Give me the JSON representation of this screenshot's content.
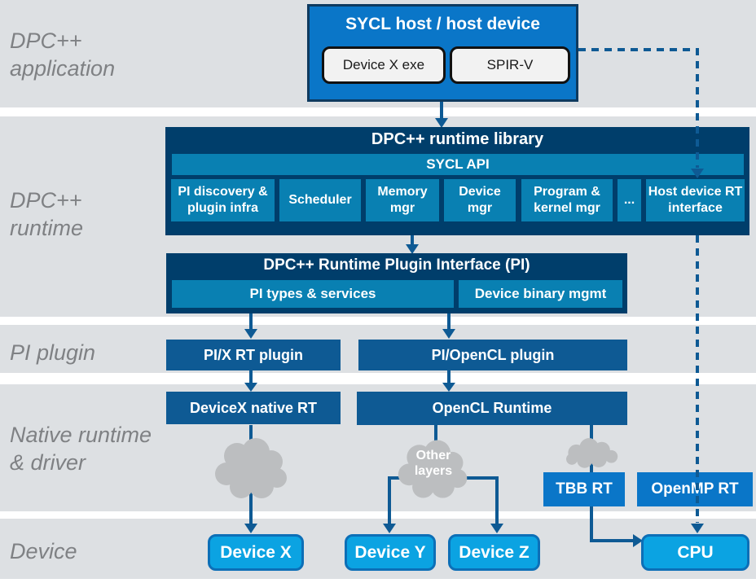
{
  "colors": {
    "band": "#dde0e3",
    "navy": "#003e6b",
    "teal": "#0980b2",
    "mid-blue": "#0e5a94",
    "bright-blue": "#0a76c8",
    "cyan": "#0ba3e2",
    "cyan-border": "#0c6fb7",
    "arrow": "#0e5a94",
    "cloud": "#bcbec0",
    "side-label": "#7f8184",
    "chip-bg": "#f2f2f2",
    "chip-border": "#111111",
    "box-border-dark": "#0e3a5f"
  },
  "side_labels": {
    "application": [
      "DPC++",
      "application"
    ],
    "runtime": [
      "DPC++",
      "runtime"
    ],
    "pi_plugin": [
      "PI plugin"
    ],
    "native": [
      "Native runtime",
      "& driver"
    ],
    "device": [
      "Device"
    ]
  },
  "host_group": {
    "title": "SYCL host / host device",
    "chips": [
      "Device X exe",
      "SPIR-V"
    ]
  },
  "runtime_library": {
    "title": "DPC++ runtime library",
    "api_bar": "SYCL API",
    "components": [
      "PI discovery & plugin infra",
      "Scheduler",
      "Memory mgr",
      "Device mgr",
      "Program & kernel mgr",
      "...",
      "Host device RT interface"
    ]
  },
  "plugin_interface": {
    "title": "DPC++ Runtime Plugin Interface (PI)",
    "sections": [
      "PI types & services",
      "Device binary mgmt"
    ]
  },
  "pi_plugins": [
    "PI/X RT plugin",
    "PI/OpenCL plugin"
  ],
  "native_layer": {
    "devicex_rt": "DeviceX native RT",
    "opencl_rt": "OpenCL Runtime",
    "other_layers": "Other layers",
    "tbb_rt": "TBB RT",
    "openmp_rt": "OpenMP RT"
  },
  "devices": [
    "Device X",
    "Device Y",
    "Device Z",
    "CPU"
  ]
}
